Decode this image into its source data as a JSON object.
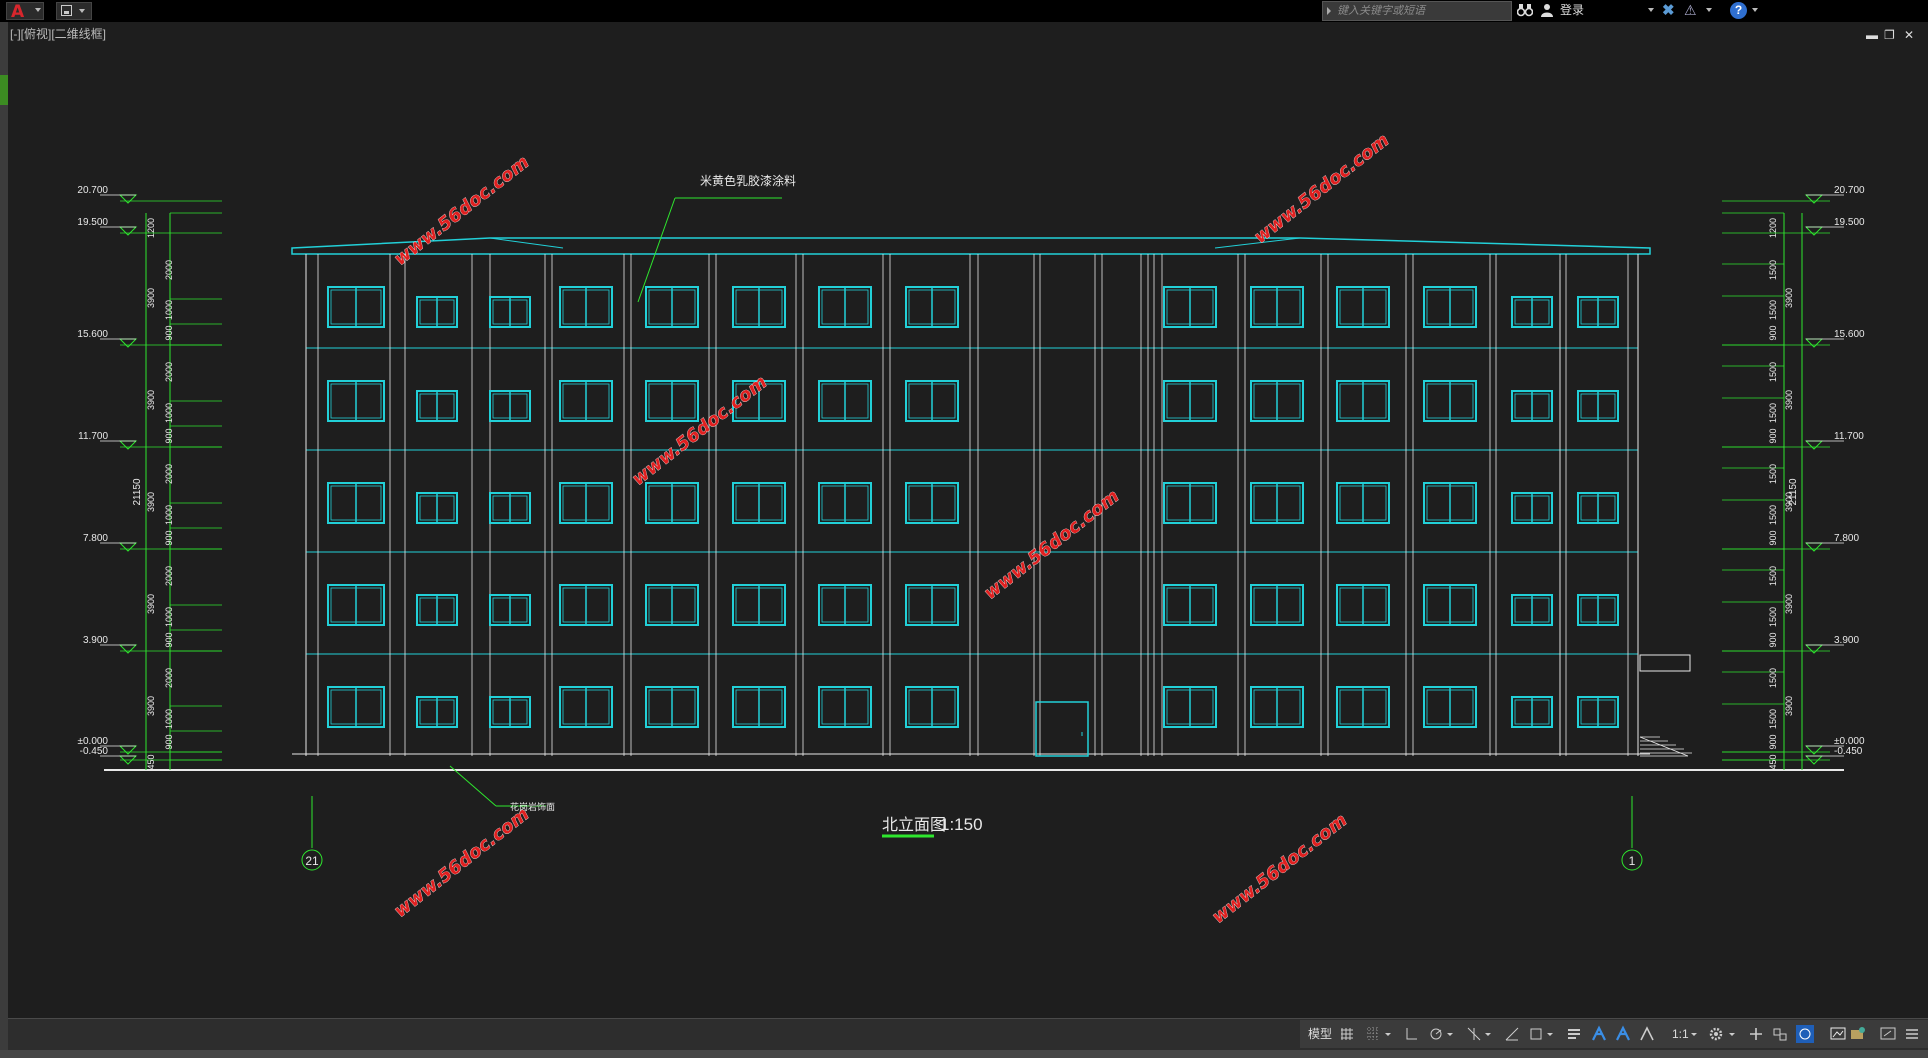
{
  "app": {
    "logo_glyph": "A",
    "search_placeholder": "键入关键字或短语",
    "login_label": "登录",
    "help_glyph": "?",
    "win_minimize": "▬",
    "win_restore": "❐",
    "win_close": "✕"
  },
  "viewport": {
    "label": "[-][俯视][二维线框]"
  },
  "drawing": {
    "title": "北立面图",
    "scale": "1:150",
    "material_note": "米黄色乳胶漆涂料",
    "plinth_note": "花岗岩饰面",
    "axis_left": "21",
    "axis_right": "1",
    "watermark": "www.56doc.com",
    "levels": [
      "20.700",
      "19.500",
      "15.600",
      "11.700",
      "7.800",
      "3.900",
      "±0.000",
      "-0.450"
    ],
    "left_dims": [
      "1200",
      "2000",
      "3900",
      "1000",
      "900",
      "2000",
      "3900",
      "1000",
      "900",
      "2000",
      "3900",
      "1000",
      "900",
      "2000",
      "3900",
      "1000",
      "900",
      "2000",
      "3900",
      "1000",
      "900",
      "450"
    ],
    "right_dims": [
      "1200",
      "1500",
      "3900",
      "1500",
      "900",
      "1500",
      "3900",
      "1500",
      "900",
      "1500",
      "3900",
      "1500",
      "900",
      "1500",
      "3900",
      "1500",
      "900",
      "1500",
      "3900",
      "1500",
      "900",
      "450"
    ],
    "total_dim": "21150"
  },
  "statusbar": {
    "model_label": "模型",
    "scale_label": "1:1"
  },
  "colors": {
    "cyan": "#22d0d8",
    "green": "#2ee62e",
    "red": "#e02020",
    "bg": "#1e1e1e"
  }
}
